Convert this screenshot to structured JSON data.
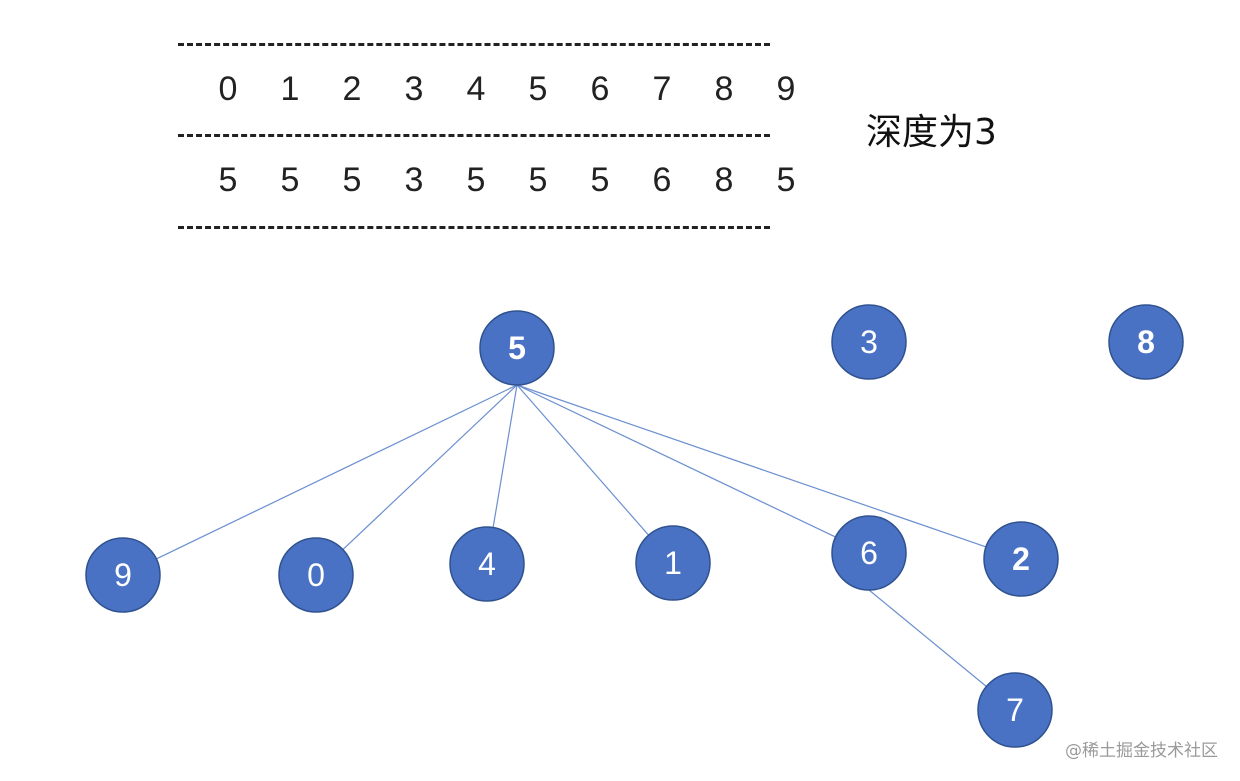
{
  "table": {
    "index_row": [
      "0",
      "1",
      "2",
      "3",
      "4",
      "5",
      "6",
      "7",
      "8",
      "9"
    ],
    "parent_row": [
      "5",
      "5",
      "5",
      "3",
      "5",
      "5",
      "5",
      "6",
      "8",
      "5"
    ]
  },
  "depth_label": "深度为3",
  "tree": {
    "colors": {
      "node_fill": "#4a72c4",
      "node_stroke": "#2f528f",
      "edge": "#6b8fd0",
      "label": "#ffffff"
    },
    "nodes": [
      {
        "id": "5",
        "label": "5",
        "bold": true
      },
      {
        "id": "3",
        "label": "3",
        "bold": false
      },
      {
        "id": "8",
        "label": "8",
        "bold": true
      },
      {
        "id": "9",
        "label": "9",
        "bold": false
      },
      {
        "id": "0",
        "label": "0",
        "bold": false
      },
      {
        "id": "4",
        "label": "4",
        "bold": false
      },
      {
        "id": "1",
        "label": "1",
        "bold": false
      },
      {
        "id": "6",
        "label": "6",
        "bold": false
      },
      {
        "id": "2",
        "label": "2",
        "bold": true
      },
      {
        "id": "7",
        "label": "7",
        "bold": false
      }
    ],
    "edges": [
      {
        "from": "5",
        "to": "9"
      },
      {
        "from": "5",
        "to": "0"
      },
      {
        "from": "5",
        "to": "4"
      },
      {
        "from": "5",
        "to": "1"
      },
      {
        "from": "5",
        "to": "6"
      },
      {
        "from": "5",
        "to": "2"
      },
      {
        "from": "6",
        "to": "7"
      }
    ]
  },
  "watermark": "@稀土掘金技术社区"
}
